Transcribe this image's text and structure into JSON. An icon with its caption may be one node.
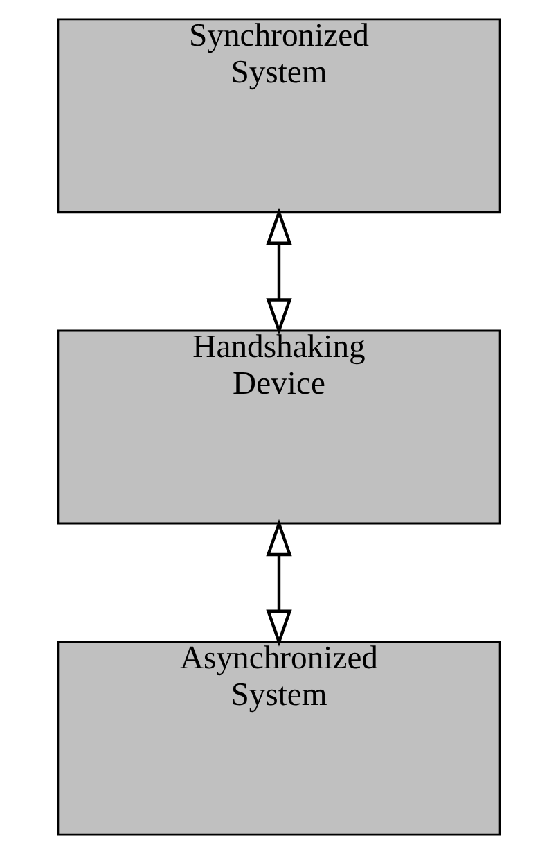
{
  "diagram": {
    "nodes": [
      {
        "text": [
          "Synchronized System"
        ]
      },
      {
        "text": [
          "Handshaking Device"
        ]
      },
      {
        "text": [
          "Asynchronized System"
        ]
      }
    ],
    "edges": [
      {
        "from": 0,
        "to": 1,
        "arrow": "both"
      },
      {
        "from": 1,
        "to": 2,
        "arrow": "both"
      }
    ]
  }
}
